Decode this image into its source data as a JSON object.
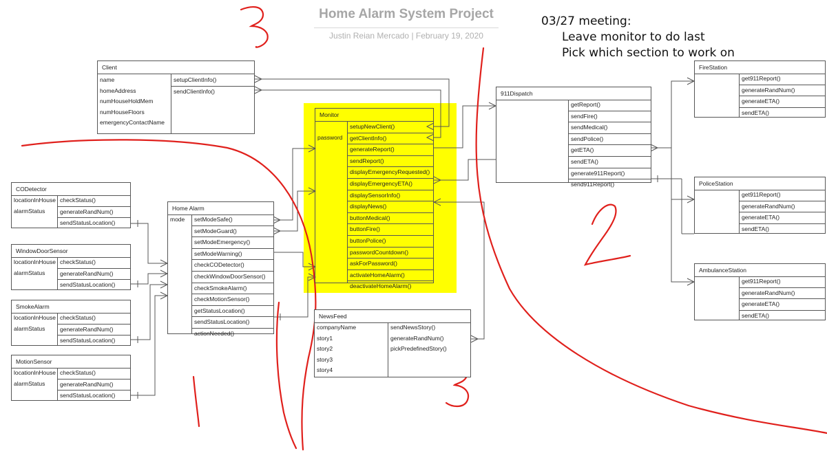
{
  "header": {
    "title": "Home Alarm System Project",
    "subtitle": "Justin Reian Mercado  |  February 19, 2020"
  },
  "notes": {
    "line1": "03/27 meeting:",
    "line2": "Leave monitor to do last",
    "line3": "Pick which section to work on"
  },
  "annotations": {
    "section_1": "1",
    "section_2": "2",
    "section_3a": "3",
    "section_3b": "3"
  },
  "colors": {
    "highlight": "#ffff00",
    "pen": "#e0201c",
    "box_border": "#555555"
  },
  "classes": {
    "client": {
      "name": "Client",
      "attrs": [
        "name",
        "homeAddress",
        "numHouseHoldMem",
        "numHouseFloors",
        "emergencyContactName"
      ],
      "methods": [
        "setupClientInfo()",
        "sendClientInfo()"
      ]
    },
    "monitor": {
      "name": "Monitor",
      "attrs": [
        "password"
      ],
      "methods": [
        "setupNewClient()",
        "getClientInfo()",
        "generateReport()",
        "sendReport()",
        "displayEmergencyRequested()",
        "displayEmergencyETA()",
        "displaySensorInfo()",
        "displayNews()",
        "buttonMedical()",
        "buttonFire()",
        "buttonPolice()",
        "passwordCountdown()",
        "askForPassword()",
        "activateHomeAlarm()",
        "deactivateHomeAlarm()"
      ]
    },
    "dispatch": {
      "name": "911Dispatch",
      "attrs": [],
      "methods": [
        "getReport()",
        "sendFire()",
        "sendMedical()",
        "sendPolice()",
        "getETA()",
        "sendETA()",
        "generate911Report()",
        "send911Report()"
      ]
    },
    "fire": {
      "name": "FireStation",
      "attrs": [],
      "methods": [
        "get911Report()",
        "generateRandNum()",
        "generateETA()",
        "sendETA()"
      ]
    },
    "police": {
      "name": "PoliceStation",
      "attrs": [],
      "methods": [
        "get911Report()",
        "generateRandNum()",
        "generateETA()",
        "sendETA()"
      ]
    },
    "ambulance": {
      "name": "AmbulanceStation",
      "attrs": [],
      "methods": [
        "get911Report()",
        "generateRandNum()",
        "generateETA()",
        "sendETA()"
      ]
    },
    "homealarm": {
      "name": "Home Alarm",
      "attrs": [
        "mode"
      ],
      "methods": [
        "setModeSafe()",
        "setModeGuard()",
        "setModeEmergency()",
        "setModeWarning()",
        "checkCODetector()",
        "checkWindowDoorSensor()",
        "checkSmokeAlarm()",
        "checkMotionSensor()",
        "getStatusLocation()",
        "sendStatusLocation()",
        "actionNeeded()"
      ]
    },
    "co": {
      "name": "CODetector",
      "attrs": [
        "locationInHouse",
        "alarmStatus"
      ],
      "methods": [
        "checkStatus()",
        "generateRandNum()",
        "sendStatusLocation()"
      ]
    },
    "window": {
      "name": "WindowDoorSensor",
      "attrs": [
        "locationInHouse",
        "alarmStatus"
      ],
      "methods": [
        "checkStatus()",
        "generateRandNum()",
        "sendStatusLocation()"
      ]
    },
    "smoke": {
      "name": "SmokeAlarm",
      "attrs": [
        "locationInHouse",
        "alarmStatus"
      ],
      "methods": [
        "checkStatus()",
        "generateRandNum()",
        "sendStatusLocation()"
      ]
    },
    "motion": {
      "name": "MotionSensor",
      "attrs": [
        "locationInHouse",
        "alarmStatus"
      ],
      "methods": [
        "checkStatus()",
        "generateRandNum()",
        "sendStatusLocation()"
      ]
    },
    "newsfeed": {
      "name": "NewsFeed",
      "attrs": [
        "companyName",
        "story1",
        "story2",
        "story3",
        "story4"
      ],
      "methods": [
        "sendNewsStory()",
        "generateRandNum()",
        "pickPredefinedStory()"
      ]
    }
  }
}
